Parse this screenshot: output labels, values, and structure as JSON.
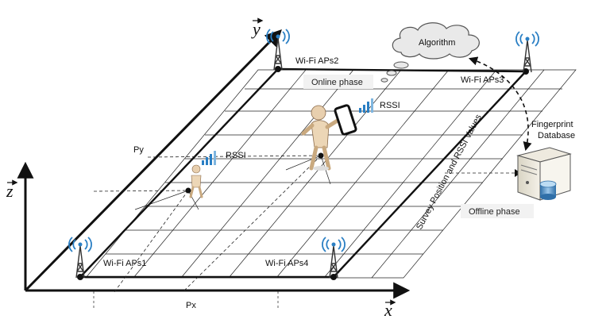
{
  "axes": {
    "x_label": "x",
    "y_label": "y",
    "z_label": "z"
  },
  "access_points": [
    {
      "label": "Wi-Fi APs1"
    },
    {
      "label": "Wi-Fi APs2"
    },
    {
      "label": "Wi-Fi APs3"
    },
    {
      "label": "Wi-Fi APs4"
    }
  ],
  "cloud": {
    "label": "Algorithm"
  },
  "phases": {
    "online": "Online phase",
    "offline": "Offline phase"
  },
  "database": {
    "line1": "Fingerprint",
    "line2": "Database"
  },
  "rssi": {
    "upper": "RSSI",
    "lower": "RSSI"
  },
  "positions": {
    "px": "Px",
    "py": "Py"
  },
  "survey_text": "Survey Position and RSSI Values",
  "colors": {
    "line": "#111111",
    "signal_blue": "#2a7fc4",
    "phase_box": "#f2f2f2",
    "cloud_fill": "#e9e9e9"
  }
}
